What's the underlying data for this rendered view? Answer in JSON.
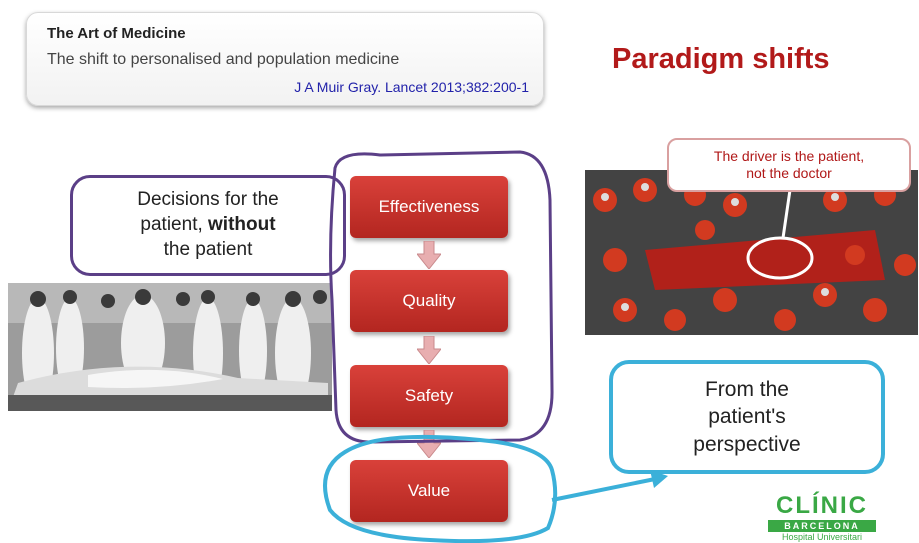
{
  "reference": {
    "title": "The Art of Medicine",
    "subtitle": "The shift to personalised and population medicine",
    "citation": "J A Muir Gray. Lancet 2013;382:200-1"
  },
  "heading": "Paradigm shifts",
  "flow": {
    "steps": [
      "Effectiveness",
      "Quality",
      "Safety",
      "Value"
    ]
  },
  "callout": {
    "line1": "Decisions for the",
    "line2_prefix": "patient, ",
    "line2_bold": "without",
    "line3": "the patient"
  },
  "driver_note": {
    "line1": "The driver is the patient,",
    "line2": "not the doctor"
  },
  "perspective": {
    "line1": "From the",
    "line2": "patient's",
    "line3": "perspective"
  },
  "logo": {
    "name": "CLÍNIC",
    "band": "BARCELONA",
    "sub": "Hospital Universitari"
  },
  "colors": {
    "accent_red": "#b21a1a",
    "box_red": "#c0302a",
    "purple_outline": "#5b3f87",
    "cyan_outline": "#3bb0d9",
    "logo_green": "#3aa845"
  }
}
